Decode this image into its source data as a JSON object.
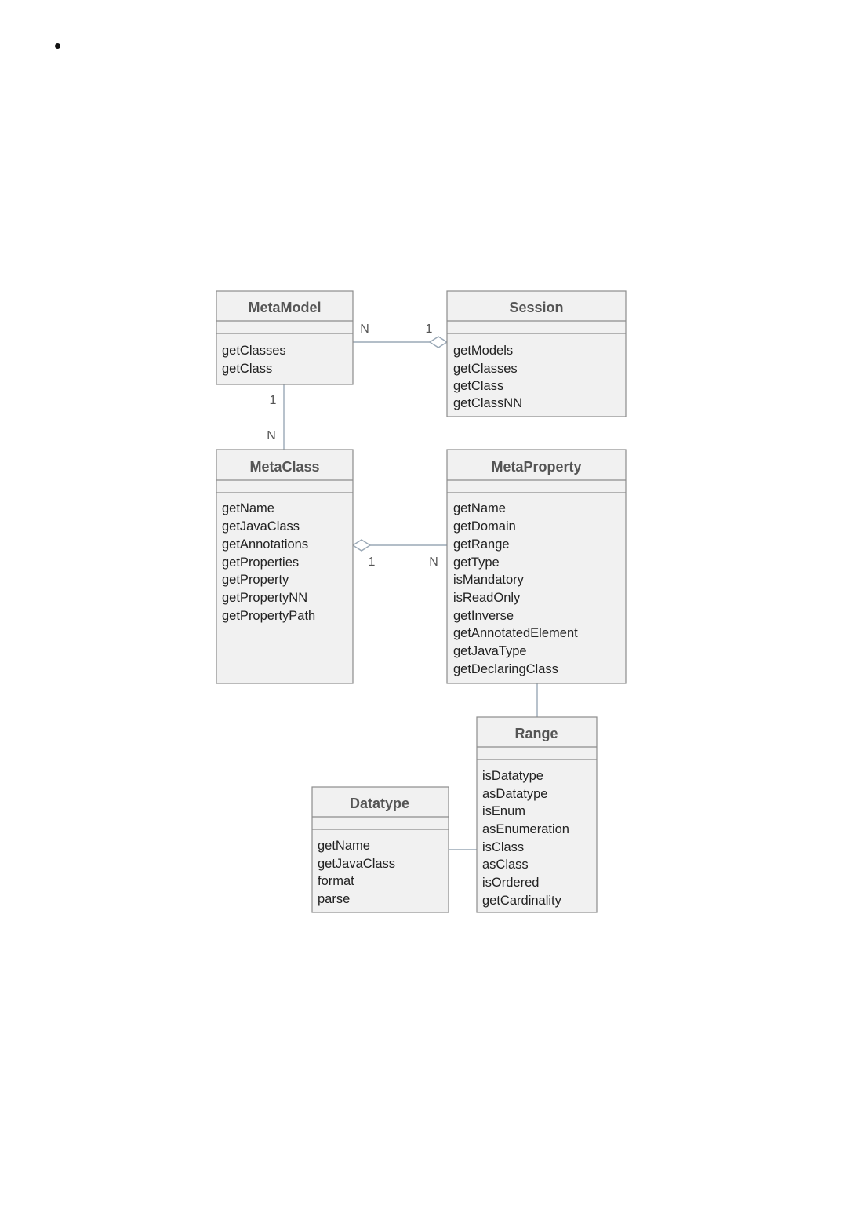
{
  "classes": {
    "metamodel": {
      "name": "MetaModel",
      "methods": [
        "getClasses",
        "getClass"
      ]
    },
    "session": {
      "name": "Session",
      "methods": [
        "getModels",
        "getClasses",
        "getClass",
        "getClassNN"
      ]
    },
    "metaclass": {
      "name": "MetaClass",
      "methods": [
        "getName",
        "getJavaClass",
        "getAnnotations",
        "getProperties",
        "getProperty",
        "getPropertyNN",
        "getPropertyPath"
      ]
    },
    "metaproperty": {
      "name": "MetaProperty",
      "methods": [
        "getName",
        "getDomain",
        "getRange",
        "getType",
        "isMandatory",
        "isReadOnly",
        "getInverse",
        "getAnnotatedElement",
        "getJavaType",
        "getDeclaringClass"
      ]
    },
    "range": {
      "name": "Range",
      "methods": [
        "isDatatype",
        "asDatatype",
        "isEnum",
        "asEnumeration",
        "isClass",
        "asClass",
        "isOrdered",
        "getCardinality"
      ]
    },
    "datatype": {
      "name": "Datatype",
      "methods": [
        "getName",
        "getJavaClass",
        "format",
        "parse"
      ]
    }
  },
  "associations": {
    "metamodel_session": {
      "metamodel_end": "N",
      "session_end": "1"
    },
    "metamodel_metaclass": {
      "metamodel_end": "1",
      "metaclass_end": "N"
    },
    "metaclass_metaproperty": {
      "metaclass_end": "1",
      "metaproperty_end": "N"
    }
  }
}
